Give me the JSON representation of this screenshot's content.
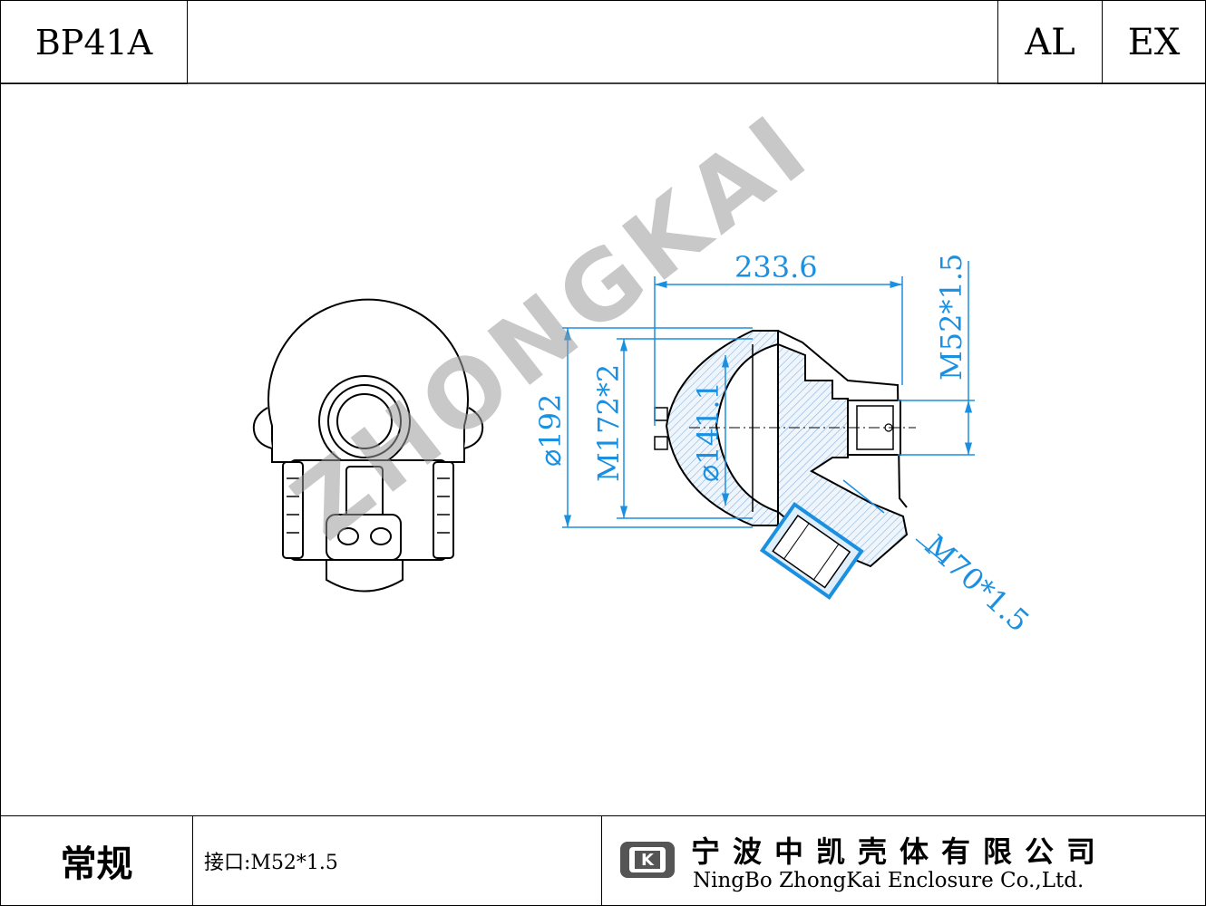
{
  "header": {
    "model": "BP41A",
    "material": "AL",
    "rating": "EX"
  },
  "watermark": "ZHONGKAI",
  "dimensions": {
    "width": "233.6",
    "dia_outer": "⌀192",
    "thread_cover": "M172*2",
    "dia_inner": "⌀141.1",
    "thread_entry": "M52*1.5",
    "thread_bottom": "M70*1.5"
  },
  "footer": {
    "type": "常规",
    "interface": "接口:M52*1.5",
    "company_cn": "宁波中凯壳体有限公司",
    "company_en": "NingBo ZhongKai Enclosure Co.,Ltd."
  },
  "colors": {
    "dimension": "#1b8fe0",
    "watermark": "#9a9a9a",
    "section_hatch": "#8cb4dc"
  }
}
